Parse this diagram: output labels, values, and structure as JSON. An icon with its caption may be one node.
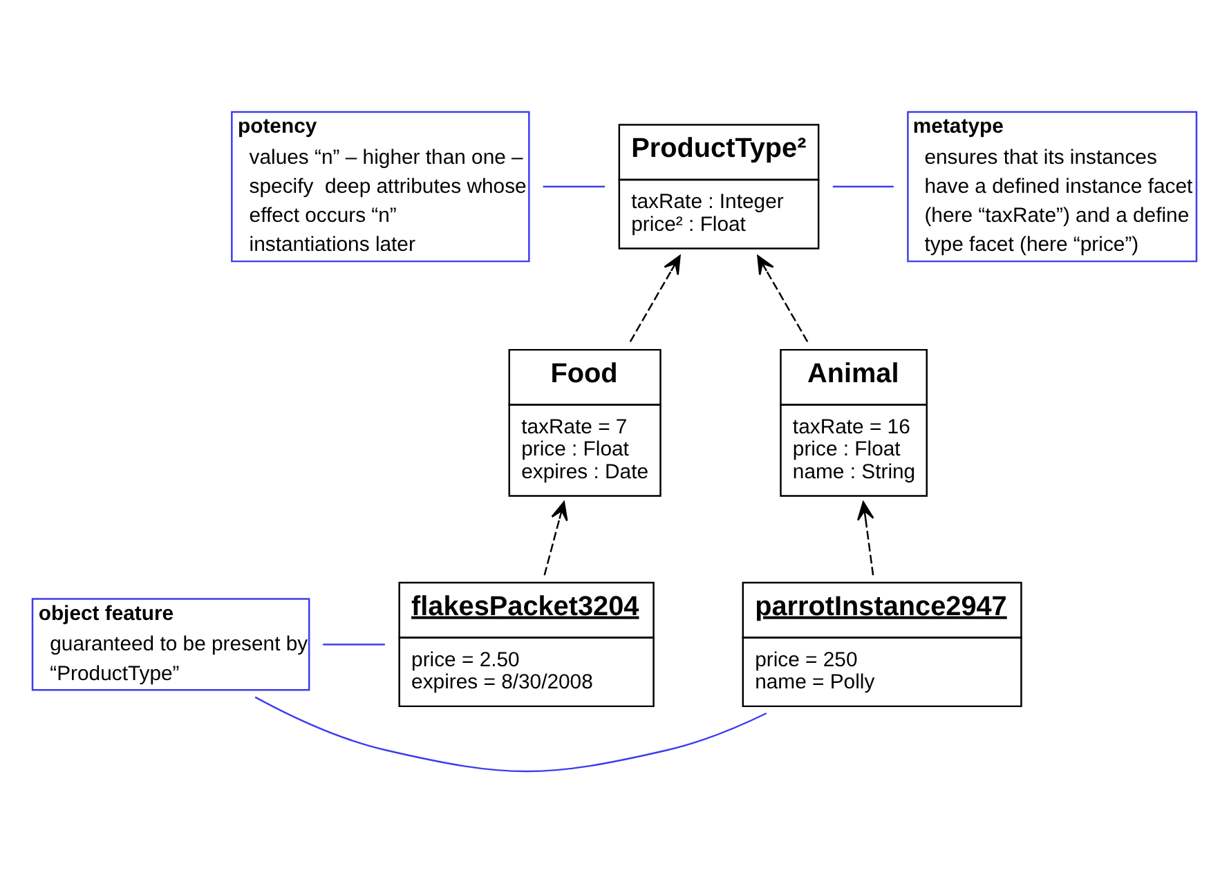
{
  "diagram": {
    "nodes": [
      {
        "text": [
          "ProductType²",
          "taxRate : Integer",
          "price² : Float"
        ]
      },
      {
        "text": [
          "potency",
          "values “n” – higher than one – specify  deep attributes whose effect occurs “n” instantiations later"
        ]
      },
      {
        "text": [
          "metatype",
          "ensures that its instances have a defined instance facet (here “taxRate”) and a define type facet (here “price”)"
        ]
      },
      {
        "text": [
          "Animal",
          "taxRate = 16",
          "price : Float",
          "name : String"
        ]
      },
      {
        "text": [
          "Food",
          "taxRate = 7",
          "price : Float",
          "expires : Date"
        ]
      },
      {
        "text": [
          "object feature",
          "guaranteed to be present by “ProductType”"
        ]
      },
      {
        "text": [
          "parrotInstance2947",
          "price = 250",
          "name = Polly"
        ]
      },
      {
        "text": [
          "flakesPacket3204",
          "price = 2.50",
          "expires = 8/30/2008"
        ]
      }
    ],
    "edges": [
      {
        "from": 1,
        "to": 0,
        "arrow": "none",
        "color": "#3c3cf0"
      },
      {
        "from": 0,
        "to": 2,
        "arrow": "none",
        "color": "#3c3cf0"
      },
      {
        "from": 3,
        "to": 0,
        "arrow": "to",
        "style": "dashed",
        "color": "#000000"
      },
      {
        "from": 4,
        "to": 0,
        "arrow": "to",
        "style": "dashed",
        "color": "#000000"
      },
      {
        "from": 6,
        "to": 3,
        "arrow": "to",
        "style": "dashed",
        "color": "#000000"
      },
      {
        "from": 7,
        "to": 4,
        "arrow": "to",
        "style": "dashed",
        "color": "#000000"
      },
      {
        "from": 5,
        "to": 6,
        "arrow": "none",
        "color": "#3c3cf0"
      },
      {
        "from": 5,
        "to": 7,
        "arrow": "none",
        "color": "#3c3cf0"
      }
    ]
  }
}
